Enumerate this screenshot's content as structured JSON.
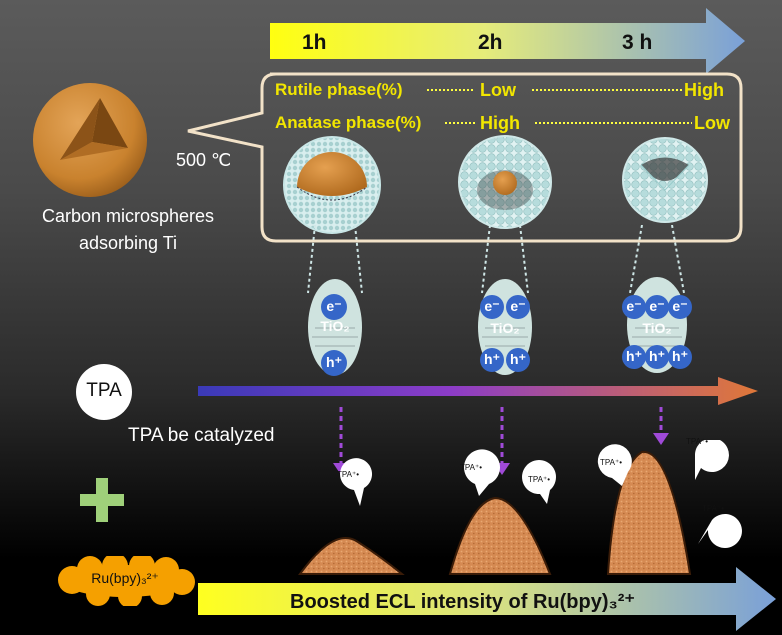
{
  "timeline": {
    "ticks": [
      "1h",
      "2h",
      "3 h"
    ],
    "colors": {
      "start": "#ffff00",
      "end": "#7fa3d8"
    }
  },
  "callout": {
    "rutile_label": "Rutile phase(%)",
    "rutile_low": "Low",
    "rutile_high": "High",
    "anatase_label": "Anatase phase(%)",
    "anatase_high": "High",
    "anatase_low": "Low",
    "temperature": "500 ℃"
  },
  "carbon": {
    "line1": "Carbon microspheres",
    "line2": "adsorbing Ti",
    "color": "#d28a3a"
  },
  "ovals": [
    {
      "top_carriers": [
        "e⁻"
      ],
      "material": "TiO₂",
      "bottom_carriers": [
        "h⁺"
      ]
    },
    {
      "top_carriers": [
        "e⁻",
        "e⁻"
      ],
      "material": "TiO₂",
      "bottom_carriers": [
        "h⁺",
        "h⁺"
      ]
    },
    {
      "top_carriers": [
        "e⁻",
        "e⁻",
        "e⁻"
      ],
      "material": "TiO₂",
      "bottom_carriers": [
        "h⁺",
        "h⁺",
        "h⁺"
      ]
    }
  ],
  "tpa": {
    "circle_label": "TPA",
    "caption": "TPA be catalyzed"
  },
  "radical_label": "TPA⁺•",
  "plus_sign": "+",
  "ru_cloud": "Ru(bpy)₃²⁺",
  "bottom_arrow": {
    "text": "Boosted ECL intensity of Ru(bpy)₃²⁺"
  }
}
